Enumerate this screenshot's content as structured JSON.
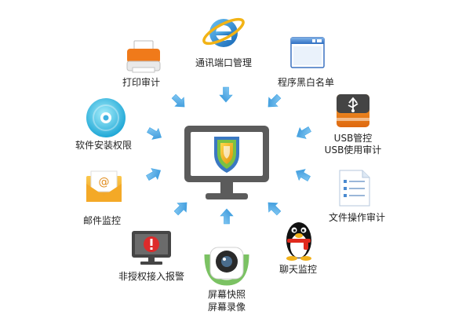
{
  "colors": {
    "arrow": "#3fa3e4",
    "monitor": "#5c5c5c",
    "shield_accent": "#f1b515"
  },
  "center": {
    "icon": "monitor-shield-icon"
  },
  "features": [
    {
      "id": "port",
      "label": "通讯端口管理",
      "icon": "ie-browser-icon"
    },
    {
      "id": "blacklist",
      "label": "程序黑白名单",
      "icon": "program-window-icon"
    },
    {
      "id": "usb",
      "label": "USB管控",
      "label2": "USB使用审计",
      "icon": "usb-drive-icon"
    },
    {
      "id": "file",
      "label": "文件操作审计",
      "icon": "document-list-icon"
    },
    {
      "id": "chat",
      "label": "聊天监控",
      "icon": "qq-penguin-icon"
    },
    {
      "id": "screen",
      "label": "屏幕快照",
      "label2": "屏幕录像",
      "icon": "camera-icon"
    },
    {
      "id": "alert",
      "label": "非授权接入报警",
      "icon": "monitor-alert-icon"
    },
    {
      "id": "mail",
      "label": "邮件监控",
      "icon": "mail-envelope-icon"
    },
    {
      "id": "software",
      "label": "软件安装权限",
      "icon": "disc-icon"
    },
    {
      "id": "print",
      "label": "打印审计",
      "icon": "printer-icon"
    }
  ]
}
